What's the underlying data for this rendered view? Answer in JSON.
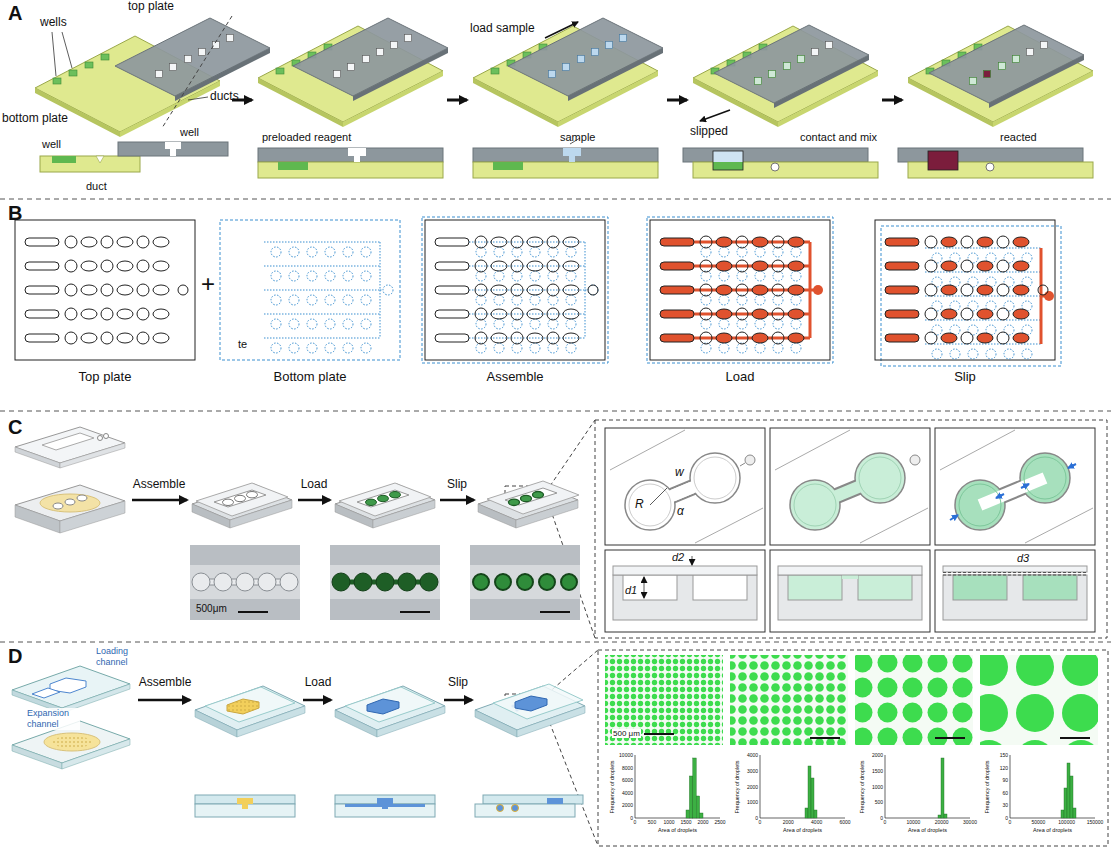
{
  "diagram": {
    "labels": [
      "A",
      "top plate",
      "wells",
      "bottom plate",
      "ducts",
      "well",
      "duct",
      "well",
      "preloaded reagent",
      "load sample",
      "sample",
      "slipped",
      "contact and mix",
      "reacted",
      "B",
      "Top plate",
      "+",
      "Bottom plate",
      "te",
      "Assemble",
      "Load",
      "Slip",
      "C",
      "Assemble",
      "Load",
      "Slip",
      "500μm",
      "w",
      "α",
      "R",
      "d2",
      "d1",
      "d3",
      "D",
      "Loading channel",
      "Expansion channel",
      "Assemble",
      "Load",
      "Slip",
      "500 μm",
      "Frequency of droplets",
      "Area of droplets",
      "0",
      "2000",
      "4000",
      "6000",
      "8000",
      "10000",
      "0",
      "500",
      "1000",
      "1500",
      "2000",
      "2500",
      "Frequency of droplets",
      "Area of droplets",
      "0",
      "1000",
      "2000",
      "3000",
      "4000",
      "0",
      "2000",
      "4000",
      "6000",
      "Frequency of droplets",
      "Area of droplets",
      "0",
      "500",
      "1000",
      "1500",
      "2000",
      "0",
      "10000",
      "20000",
      "30000",
      "Frequency of droplets",
      "Area of droplets",
      "0",
      "30",
      "60",
      "90",
      "120",
      "150",
      "0",
      "50000",
      "100000",
      "150000"
    ]
  }
}
